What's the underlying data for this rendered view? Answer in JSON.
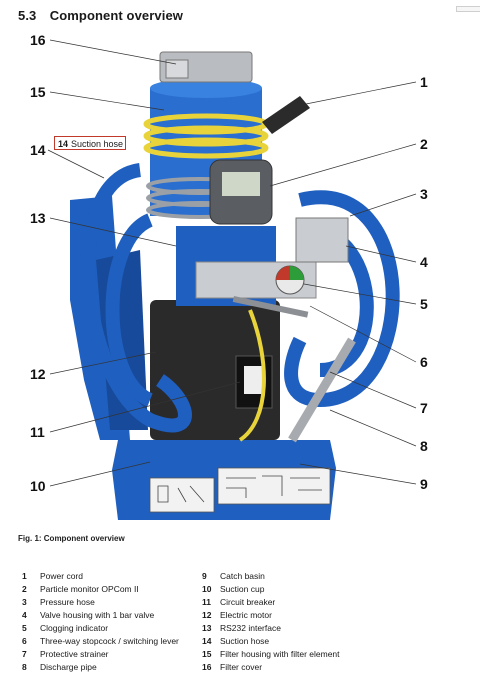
{
  "section": {
    "number": "5.3",
    "title": "Component overview"
  },
  "highlight_label": {
    "number": "14",
    "text": "Suction hose"
  },
  "callouts": [
    "16",
    "15",
    "14",
    "13",
    "12",
    "11",
    "10",
    "1",
    "2",
    "3",
    "4",
    "5",
    "6",
    "7",
    "8",
    "9"
  ],
  "caption": "Fig. 1: Component overview",
  "legend_left": [
    {
      "n": "1",
      "label": "Power cord"
    },
    {
      "n": "2",
      "label": "Particle monitor OPCom II"
    },
    {
      "n": "3",
      "label": "Pressure hose"
    },
    {
      "n": "4",
      "label": "Valve housing with 1 bar valve"
    },
    {
      "n": "5",
      "label": "Clogging indicator"
    },
    {
      "n": "6",
      "label": "Three-way stopcock / switching lever"
    },
    {
      "n": "7",
      "label": "Protective strainer"
    },
    {
      "n": "8",
      "label": "Discharge pipe"
    }
  ],
  "legend_right": [
    {
      "n": "9",
      "label": "Catch basin"
    },
    {
      "n": "10",
      "label": "Suction cup"
    },
    {
      "n": "11",
      "label": "Circuit breaker"
    },
    {
      "n": "12",
      "label": "Electric motor"
    },
    {
      "n": "13",
      "label": "RS232 interface"
    },
    {
      "n": "14",
      "label": "Suction hose"
    },
    {
      "n": "15",
      "label": "Filter housing with filter element"
    },
    {
      "n": "16",
      "label": "Filter cover"
    }
  ],
  "colors": {
    "blue": "#1f5fbf",
    "dark_blue": "#174a9a",
    "yellow": "#e8d43a",
    "grey": "#8c8f94",
    "red_box": "#c0392b"
  }
}
